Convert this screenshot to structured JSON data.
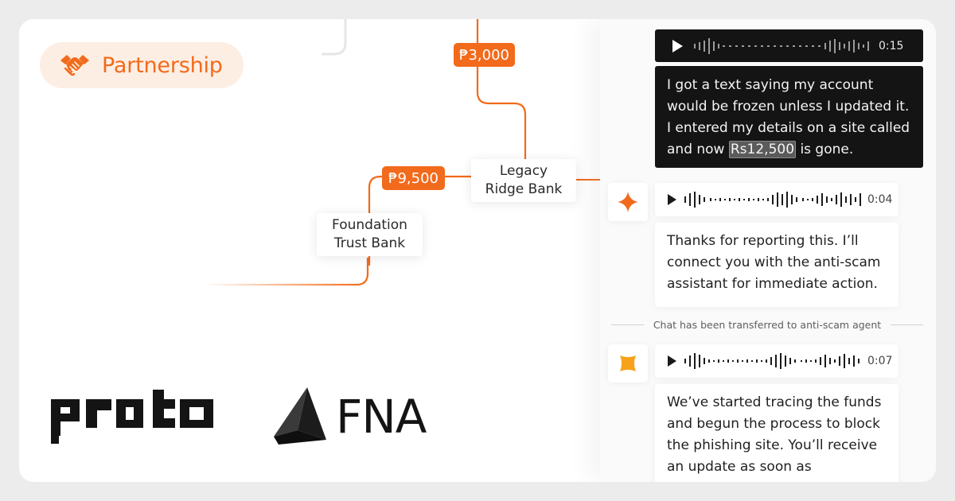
{
  "badge": {
    "label": "Partnership",
    "icon": "handshake-icon",
    "accent": "#f26a1b",
    "background": "#fdeee4"
  },
  "flow": {
    "amounts": [
      "₱3,000",
      "₱9,500"
    ],
    "banks": [
      "Legacy Ridge Bank",
      "Foundation Trust Bank"
    ]
  },
  "logos": {
    "proto": "proto",
    "fna": "FNA"
  },
  "chat": {
    "user_audio": {
      "duration": "0:15"
    },
    "user_message": {
      "before": "I got a text saying my account would be frozen unless I updated it. I entered my details on a site called and now",
      "highlight": "Rs12,500",
      "after": "is gone."
    },
    "bot_audio": {
      "duration": "0:04",
      "icon": "sparkle-icon"
    },
    "bot_message": "Thanks for reporting this. I’ll connect you with the anti-scam assistant for immediate action.",
    "transfer_notice": "Chat has been transferred to anti-scam agent",
    "agent_audio": {
      "duration": "0:07",
      "icon": "sparkle-icon"
    },
    "agent_message": "We’ve started tracing the funds and begun the process to block the phishing site. You’ll receive an update as soon as"
  }
}
